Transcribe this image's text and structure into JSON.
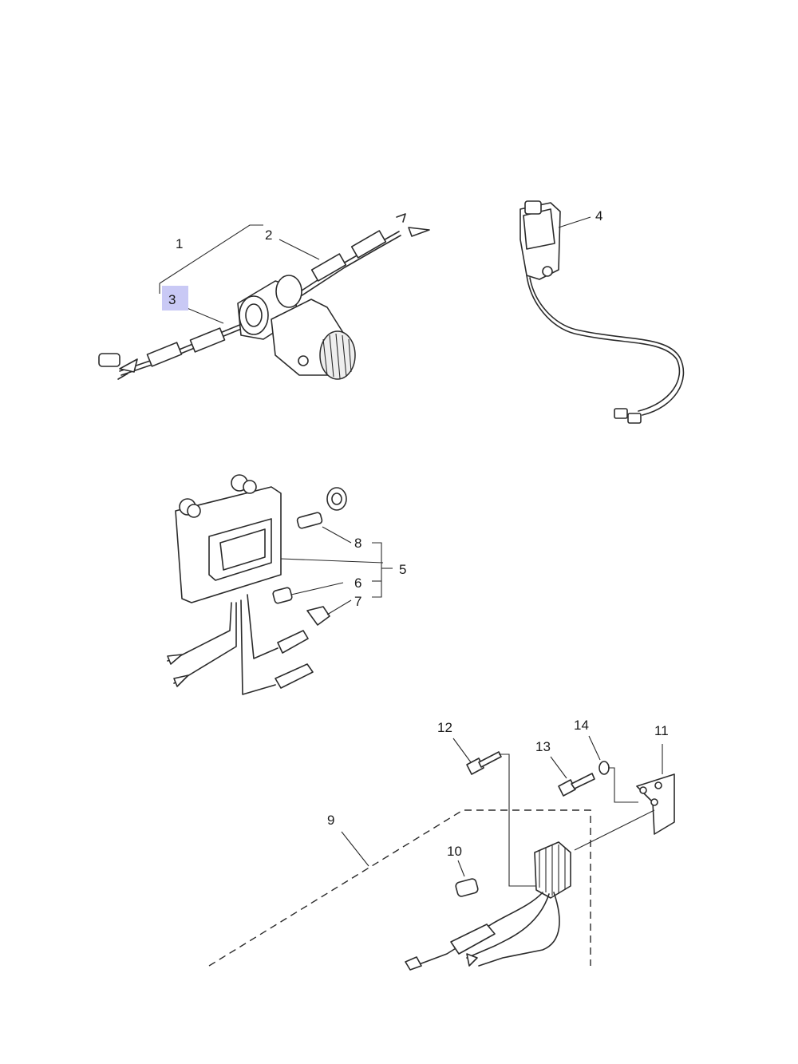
{
  "callouts": {
    "c1": "1",
    "c2": "2",
    "c3": "3",
    "c4": "4",
    "c5": "5",
    "c6": "6",
    "c7": "7",
    "c8": "8",
    "c9": "9",
    "c10": "10",
    "c11": "11",
    "c12": "12",
    "c13": "13",
    "c14": "14"
  },
  "highlighted_callout": "3",
  "colors": {
    "line": "#2b2b2b",
    "highlight": "#c9c9f5",
    "background": "#ffffff"
  }
}
